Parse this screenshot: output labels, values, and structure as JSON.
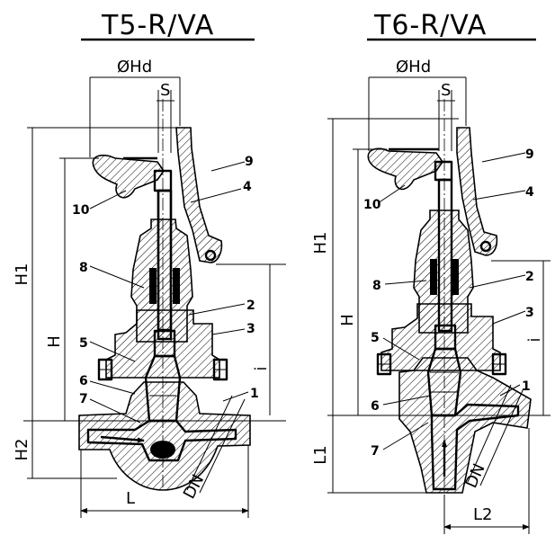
{
  "titles": {
    "left": "T5-R/VA",
    "right": "T6-R/VA"
  },
  "dimensions": {
    "left": {
      "hd": "ØHd",
      "s": "S",
      "h1": "H1",
      "h": "H",
      "i": "i",
      "h2": "H2",
      "l": "L",
      "dn": "DN"
    },
    "right": {
      "hd": "ØHd",
      "s": "S",
      "h1": "H1",
      "h": "H",
      "i": "i",
      "l1": "L1",
      "l2": "L2",
      "dn": "DN"
    }
  },
  "positions": {
    "left": {
      "p1": "1",
      "p2": "2",
      "p3": "3",
      "p4": "4",
      "p5": "5",
      "p6": "6",
      "p7": "7",
      "p8": "8",
      "p9": "9",
      "p10": "10"
    },
    "right": {
      "p1": "1",
      "p2": "2",
      "p3": "3",
      "p4": "4",
      "p5": "5",
      "p6": "6",
      "p7": "7",
      "p8": "8",
      "p9": "9",
      "p10": "10"
    }
  }
}
